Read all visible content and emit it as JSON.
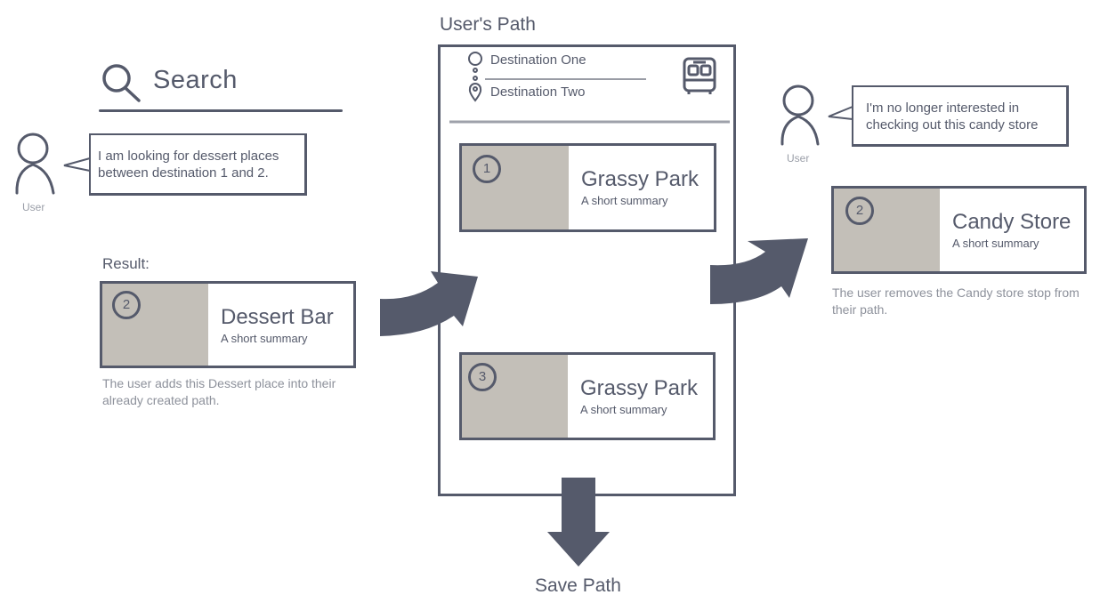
{
  "search": {
    "label": "Search"
  },
  "left_user": {
    "caption": "User",
    "speech": "I am looking for dessert places between destination 1 and 2."
  },
  "result": {
    "label": "Result:",
    "card": {
      "number": "2",
      "title": "Dessert Bar",
      "summary": "A short summary"
    },
    "caption": "The user adds this Dessert place into their already created path."
  },
  "path": {
    "title": "User's Path",
    "destination_one": "Destination One",
    "destination_two": "Destination Two",
    "stops": [
      {
        "number": "1",
        "title": "Grassy Park",
        "summary": "A short summary"
      },
      {
        "number": "3",
        "title": "Grassy Park",
        "summary": "A short summary"
      }
    ],
    "save_label": "Save Path"
  },
  "right_user": {
    "caption": "User",
    "speech": "I'm no longer interested in checking out this candy store",
    "card": {
      "number": "2",
      "title": "Candy Store",
      "summary": "A short summary"
    },
    "caption_text": "The user removes the Candy store stop from their path."
  },
  "colors": {
    "ink": "#555a6b",
    "thumbnail": "#c3bfb8",
    "caption": "#8d919b"
  },
  "icons": [
    "search-icon",
    "user-icon",
    "bus-icon",
    "origin-circle-icon",
    "location-pin-icon",
    "arrow-icon"
  ]
}
